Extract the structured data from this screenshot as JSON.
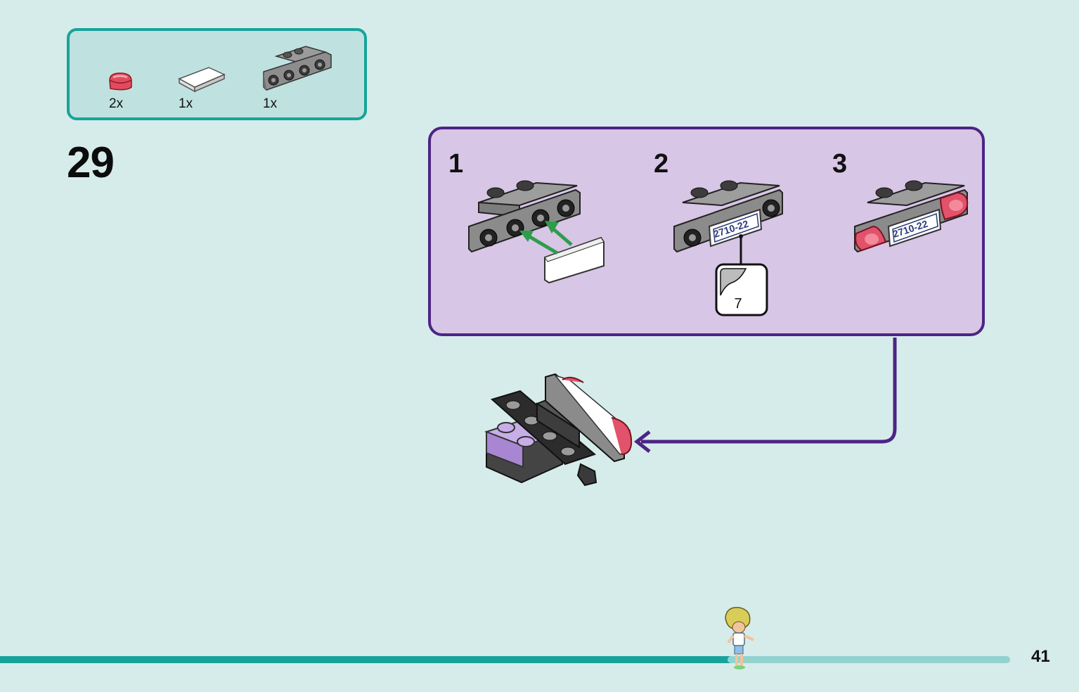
{
  "parts_list": {
    "items": [
      {
        "icon": "red-round-tile-icon",
        "qty": "2x"
      },
      {
        "icon": "white-tile-icon",
        "qty": "1x"
      },
      {
        "icon": "gray-bracket-plate-icon",
        "qty": "1x"
      }
    ]
  },
  "step": {
    "number": "29"
  },
  "substeps": [
    {
      "label": "1"
    },
    {
      "label": "2",
      "sticker_number": "7",
      "plate_text": "2710-22"
    },
    {
      "label": "3",
      "plate_text": "2710-22"
    }
  ],
  "page": {
    "number": "41"
  },
  "colors": {
    "background": "#d6ecea",
    "parts_border": "#17a39b",
    "substep_border": "#4d2485",
    "substep_fill": "#d8c6e6",
    "progress": "#17a39b",
    "arrow_green": "#2e9d4a"
  },
  "progress": {
    "fraction": 0.71
  }
}
